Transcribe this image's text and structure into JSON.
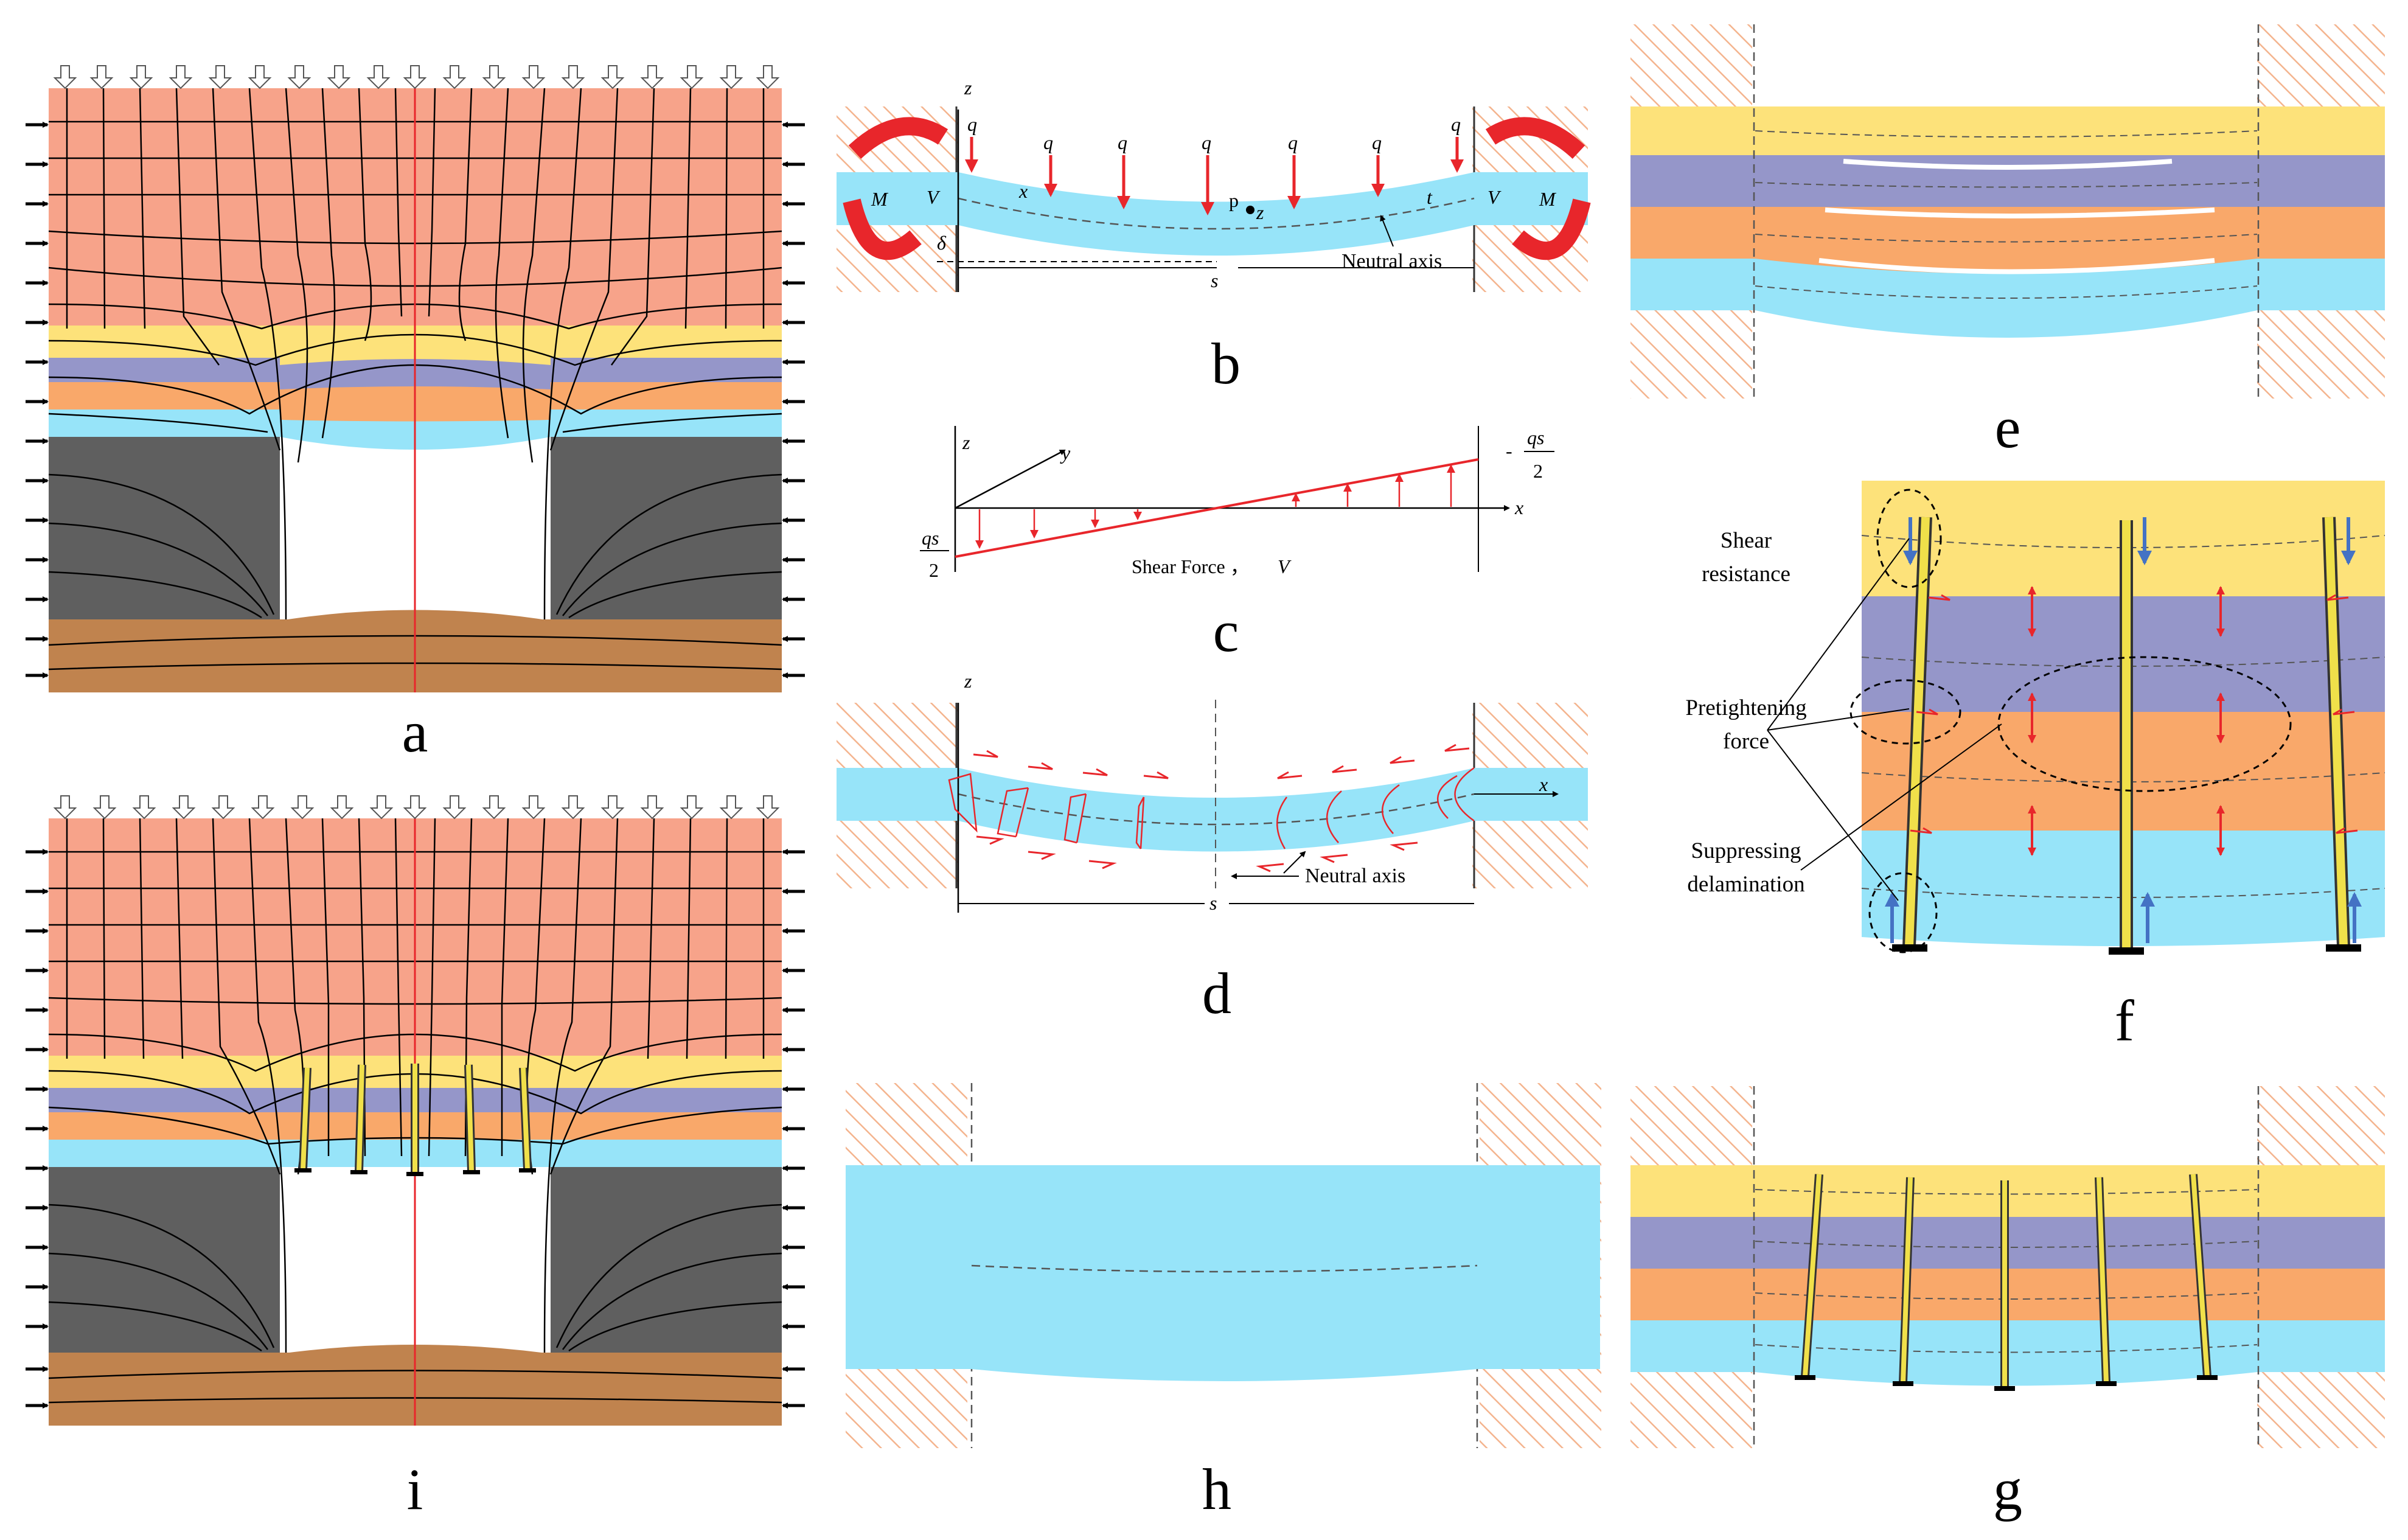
{
  "panels": {
    "a": "a",
    "b": "b",
    "c": "c",
    "d": "d",
    "e": "e",
    "f": "f",
    "g": "g",
    "h": "h",
    "i": "i"
  },
  "labels_b": {
    "z_axis": "z",
    "x_axis": "x",
    "q": "q",
    "M": "M",
    "V": "V",
    "delta": "δ",
    "t": "t",
    "p": "p",
    "z": "z",
    "s": "s",
    "neutral_axis": "Neutral axis"
  },
  "labels_c": {
    "z_axis": "z",
    "y_axis": "y",
    "x_axis": "x",
    "left_num": "qs",
    "left_den": "2",
    "right_num": "qs",
    "right_den": "2",
    "right_sign": "-",
    "caption": "Shear Force ，",
    "caption_var": "V"
  },
  "labels_d": {
    "z_axis": "z",
    "x_axis": "x",
    "s": "s",
    "neutral_axis": "Neutral axis"
  },
  "labels_f": {
    "shear_1": "Shear",
    "shear_2": "resistance",
    "pre_1": "Pretightening",
    "pre_2": "force",
    "sup_1": "Suppressing",
    "sup_2": "delamination"
  },
  "colors": {
    "overburden": "#f7a38a",
    "yellow_layer": "#fde27a",
    "purple_layer": "#9596c9",
    "orange_layer": "#f9a86a",
    "blue_layer": "#97e4f9",
    "dark_rock": "#5f5f5f",
    "floor": "#c0834e",
    "hatch": "#f4b48e",
    "arrow_red": "#e8262b",
    "arrow_blue": "#4472c4",
    "bolt": "#f0e04a"
  }
}
